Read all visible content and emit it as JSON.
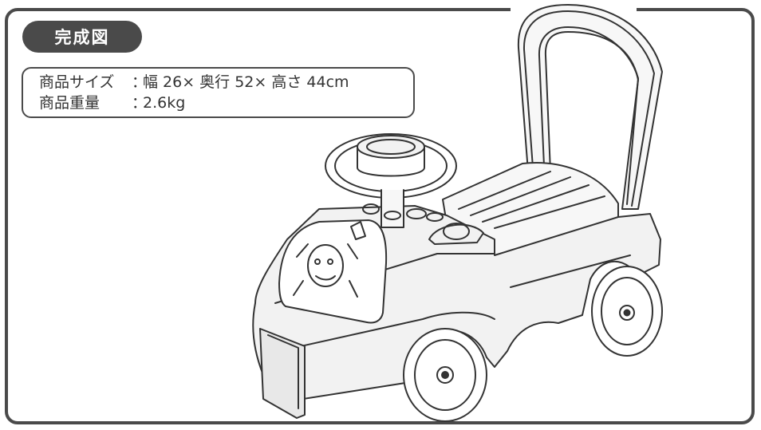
{
  "title": "完成図",
  "specs": [
    {
      "label": "商品サイズ",
      "separator": "：",
      "value": "幅 26× 奥行 52× 高さ 44cm"
    },
    {
      "label": "商品重量",
      "separator": "：",
      "value": "2.6kg"
    }
  ],
  "colors": {
    "frame": "#4a4a4a",
    "line": "#333333",
    "background": "#ffffff",
    "fill_light": "#f2f2f2"
  },
  "illustration": {
    "icon": "ride-on-toy-car-illustration"
  }
}
